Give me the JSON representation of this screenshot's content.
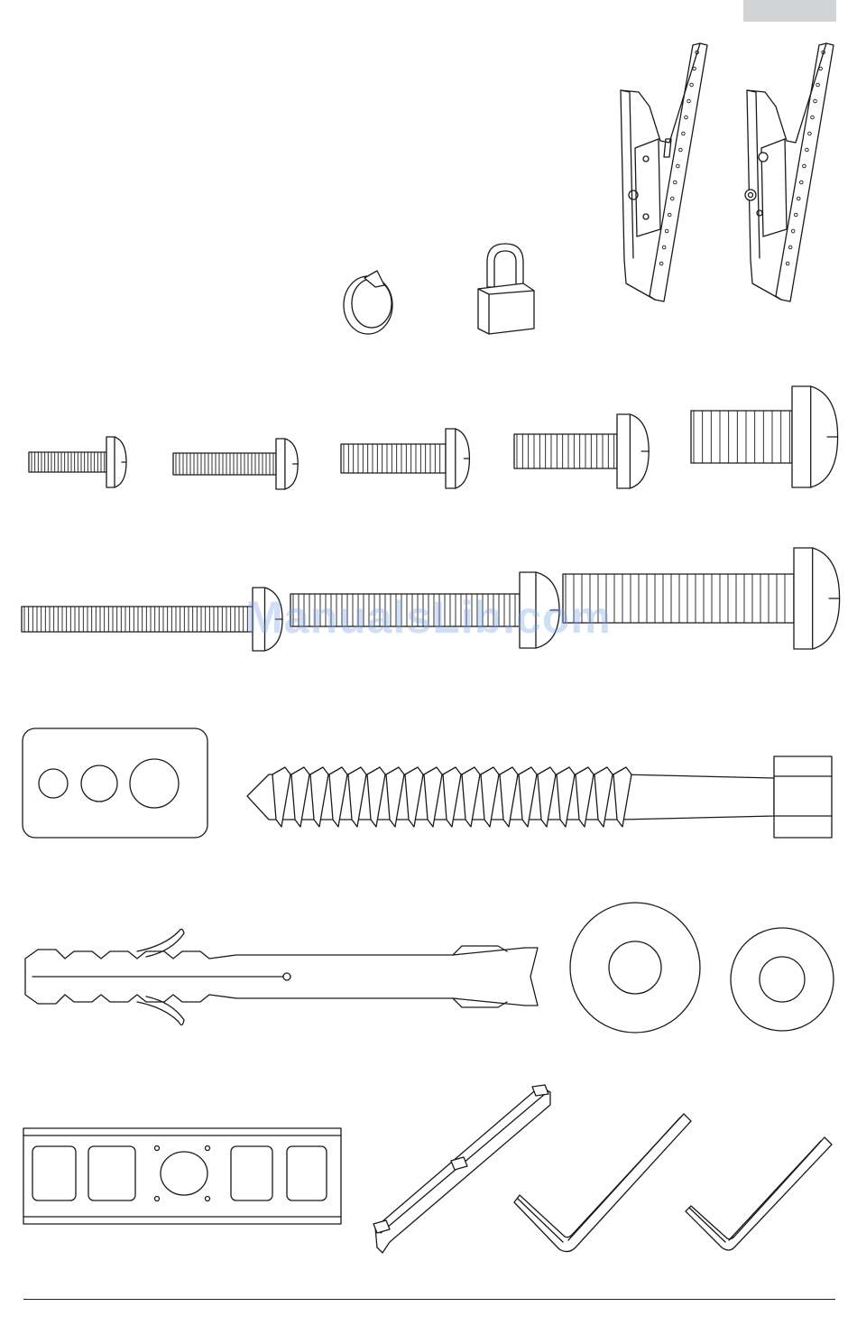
{
  "watermark": {
    "text": "ManualsLib.com"
  },
  "colors": {
    "tab": "#d2d3d5",
    "line": "#1a1a1a",
    "watermark": "rgba(120,160,230,0.35)"
  },
  "parts": [
    {
      "id": "bracket-left",
      "icon": "tilt-bracket-icon"
    },
    {
      "id": "bracket-right",
      "icon": "tilt-bracket-icon"
    },
    {
      "id": "strap",
      "icon": "strap-ring-icon"
    },
    {
      "id": "padlock",
      "icon": "padlock-icon"
    },
    {
      "id": "screws-short",
      "icon": "machine-screw-icon"
    },
    {
      "id": "screws-long",
      "icon": "machine-screw-icon"
    },
    {
      "id": "template-plate",
      "icon": "drill-template-icon"
    },
    {
      "id": "lag-bolt",
      "icon": "lag-bolt-icon"
    },
    {
      "id": "wall-anchor",
      "icon": "wall-anchor-icon"
    },
    {
      "id": "washers",
      "icon": "washer-icon"
    },
    {
      "id": "wall-plate",
      "icon": "wall-plate-icon"
    },
    {
      "id": "rail-bar",
      "icon": "rail-bar-icon"
    },
    {
      "id": "hex-keys",
      "icon": "hex-key-icon"
    }
  ]
}
